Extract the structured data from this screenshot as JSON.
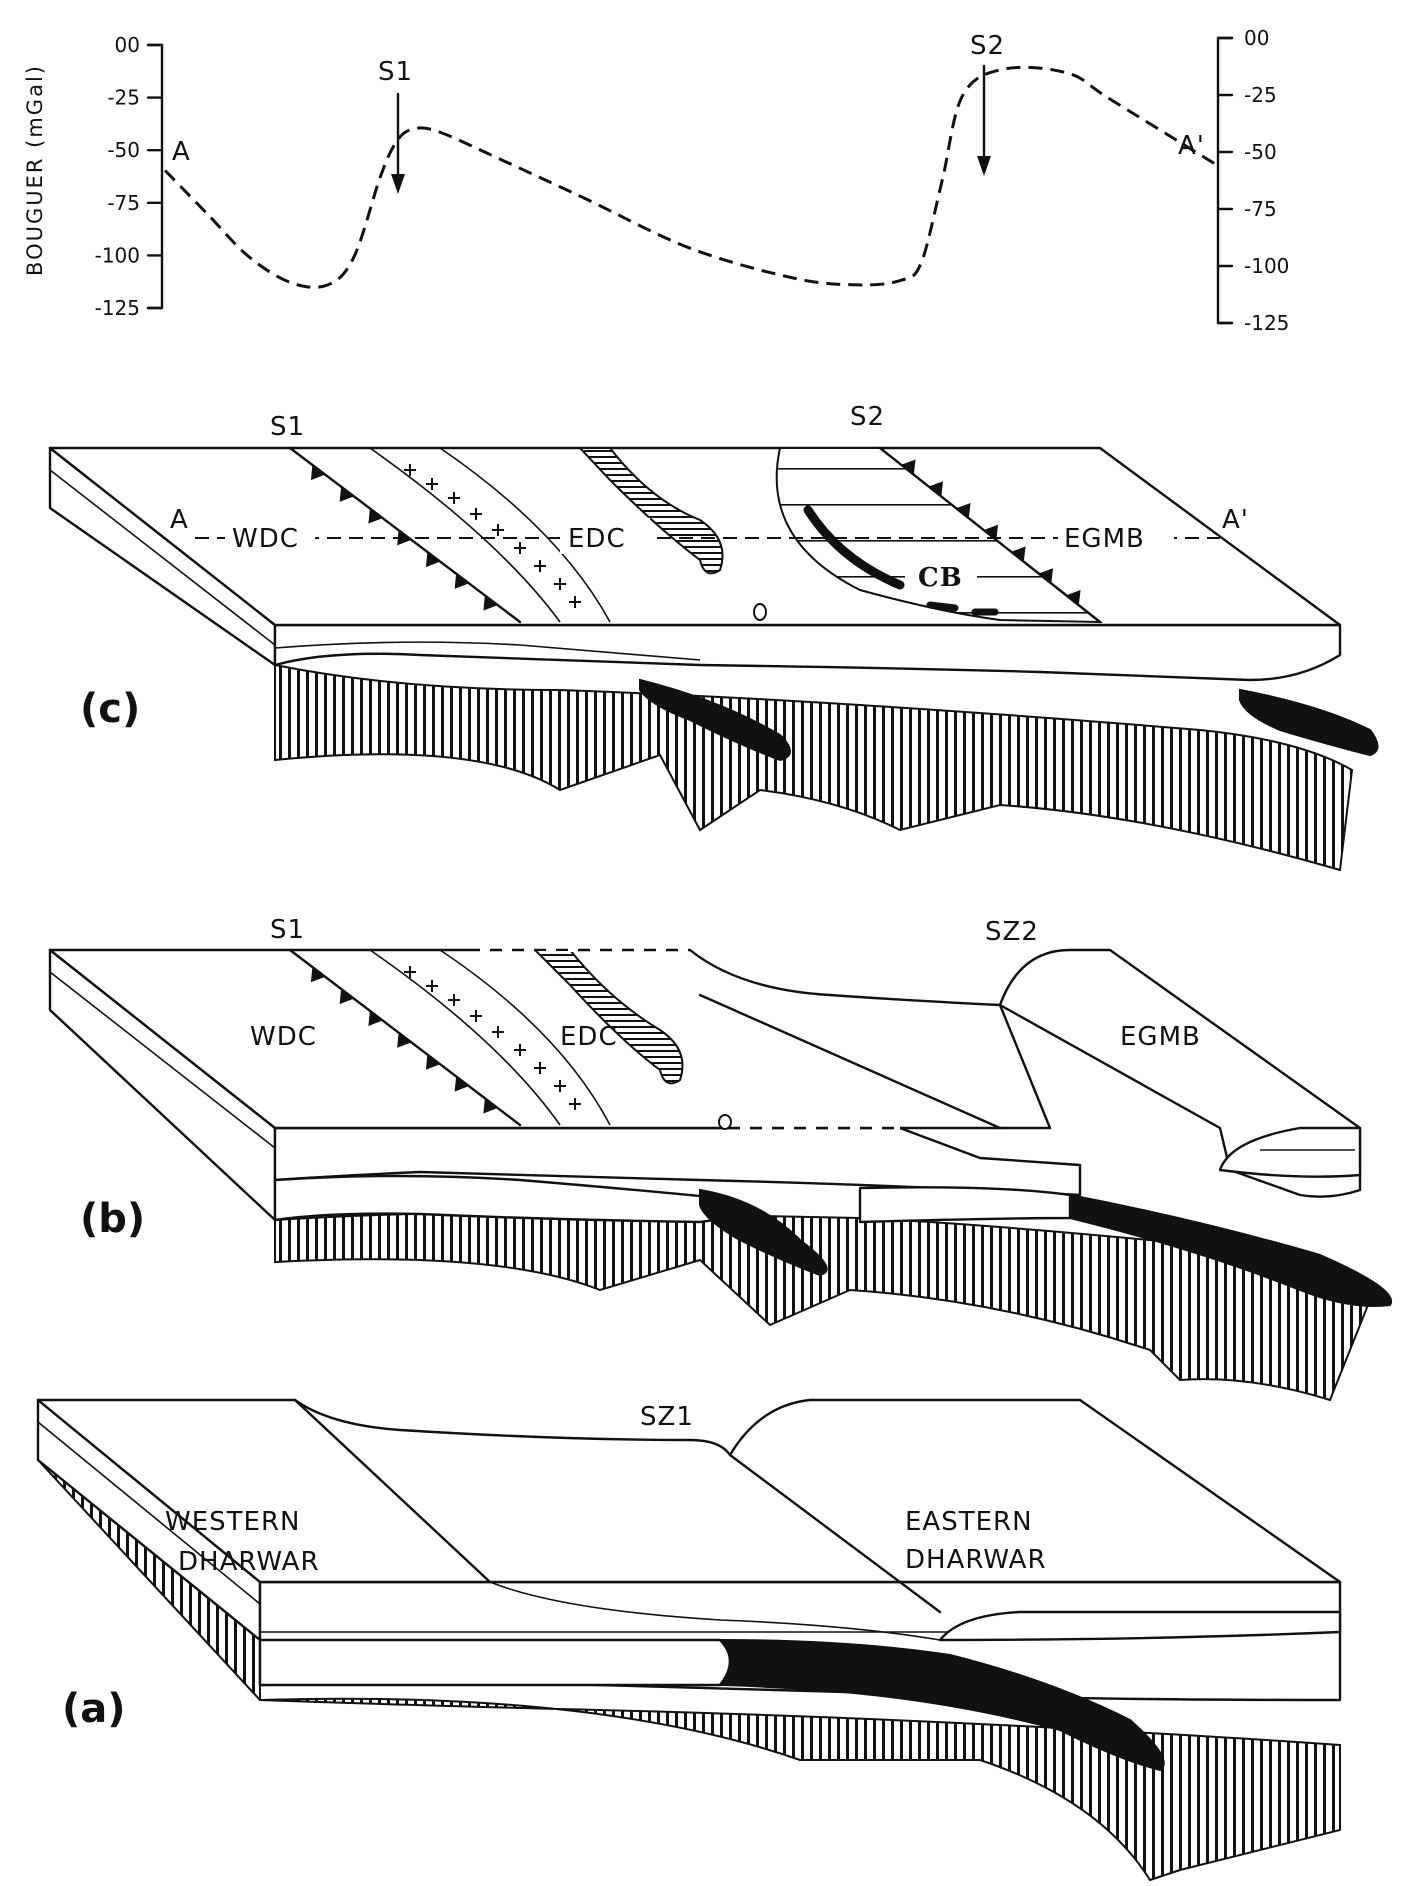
{
  "profile": {
    "ylabel": "BOUGUER (mGal)",
    "left_ticks": [
      "00",
      "-25",
      "-50",
      "-75",
      "-100",
      "-125"
    ],
    "right_ticks": [
      "00",
      "-25",
      "-50",
      "-75",
      "-100",
      "-125"
    ],
    "end_left": "A",
    "end_right": "A'",
    "arrow_1": "S1",
    "arrow_2": "S2",
    "chart_data": {
      "type": "line",
      "ylabel": "BOUGUER (mGal)",
      "ylim": [
        -125,
        0
      ],
      "series": [
        {
          "x": [
            0,
            4,
            8,
            12,
            15.5,
            18,
            20.5,
            22,
            23.5,
            26,
            32,
            40,
            50,
            60,
            66,
            70,
            72,
            74,
            76,
            80,
            86,
            90,
            100
          ],
          "values": [
            -65,
            -85,
            -105,
            -117,
            -118,
            -105,
            -68,
            -52,
            -46,
            -47,
            -60,
            -78,
            -101,
            -115,
            -118,
            -116,
            -108,
            -70,
            -30,
            -18,
            -20,
            -32,
            -62
          ]
        }
      ]
    }
  },
  "panel_c": {
    "letter": "(c)",
    "s1": "S1",
    "s2": "S2",
    "a": "A",
    "a_prime": "A'",
    "wdc": "WDC",
    "edc": "EDC",
    "egmb": "EGMB",
    "cb": "CB"
  },
  "panel_b": {
    "letter": "(b)",
    "s1": "S1",
    "sz2": "SZ2",
    "wdc": "WDC",
    "edc": "EDC",
    "egmb": "EGMB"
  },
  "panel_a": {
    "letter": "(a)",
    "sz1": "SZ1",
    "west_1": "WESTERN",
    "west_2": "DHARWAR",
    "east_1": "EASTERN",
    "east_2": "DHARWAR"
  },
  "colors": {
    "ink": "#111111",
    "paper": "#ffffff"
  }
}
